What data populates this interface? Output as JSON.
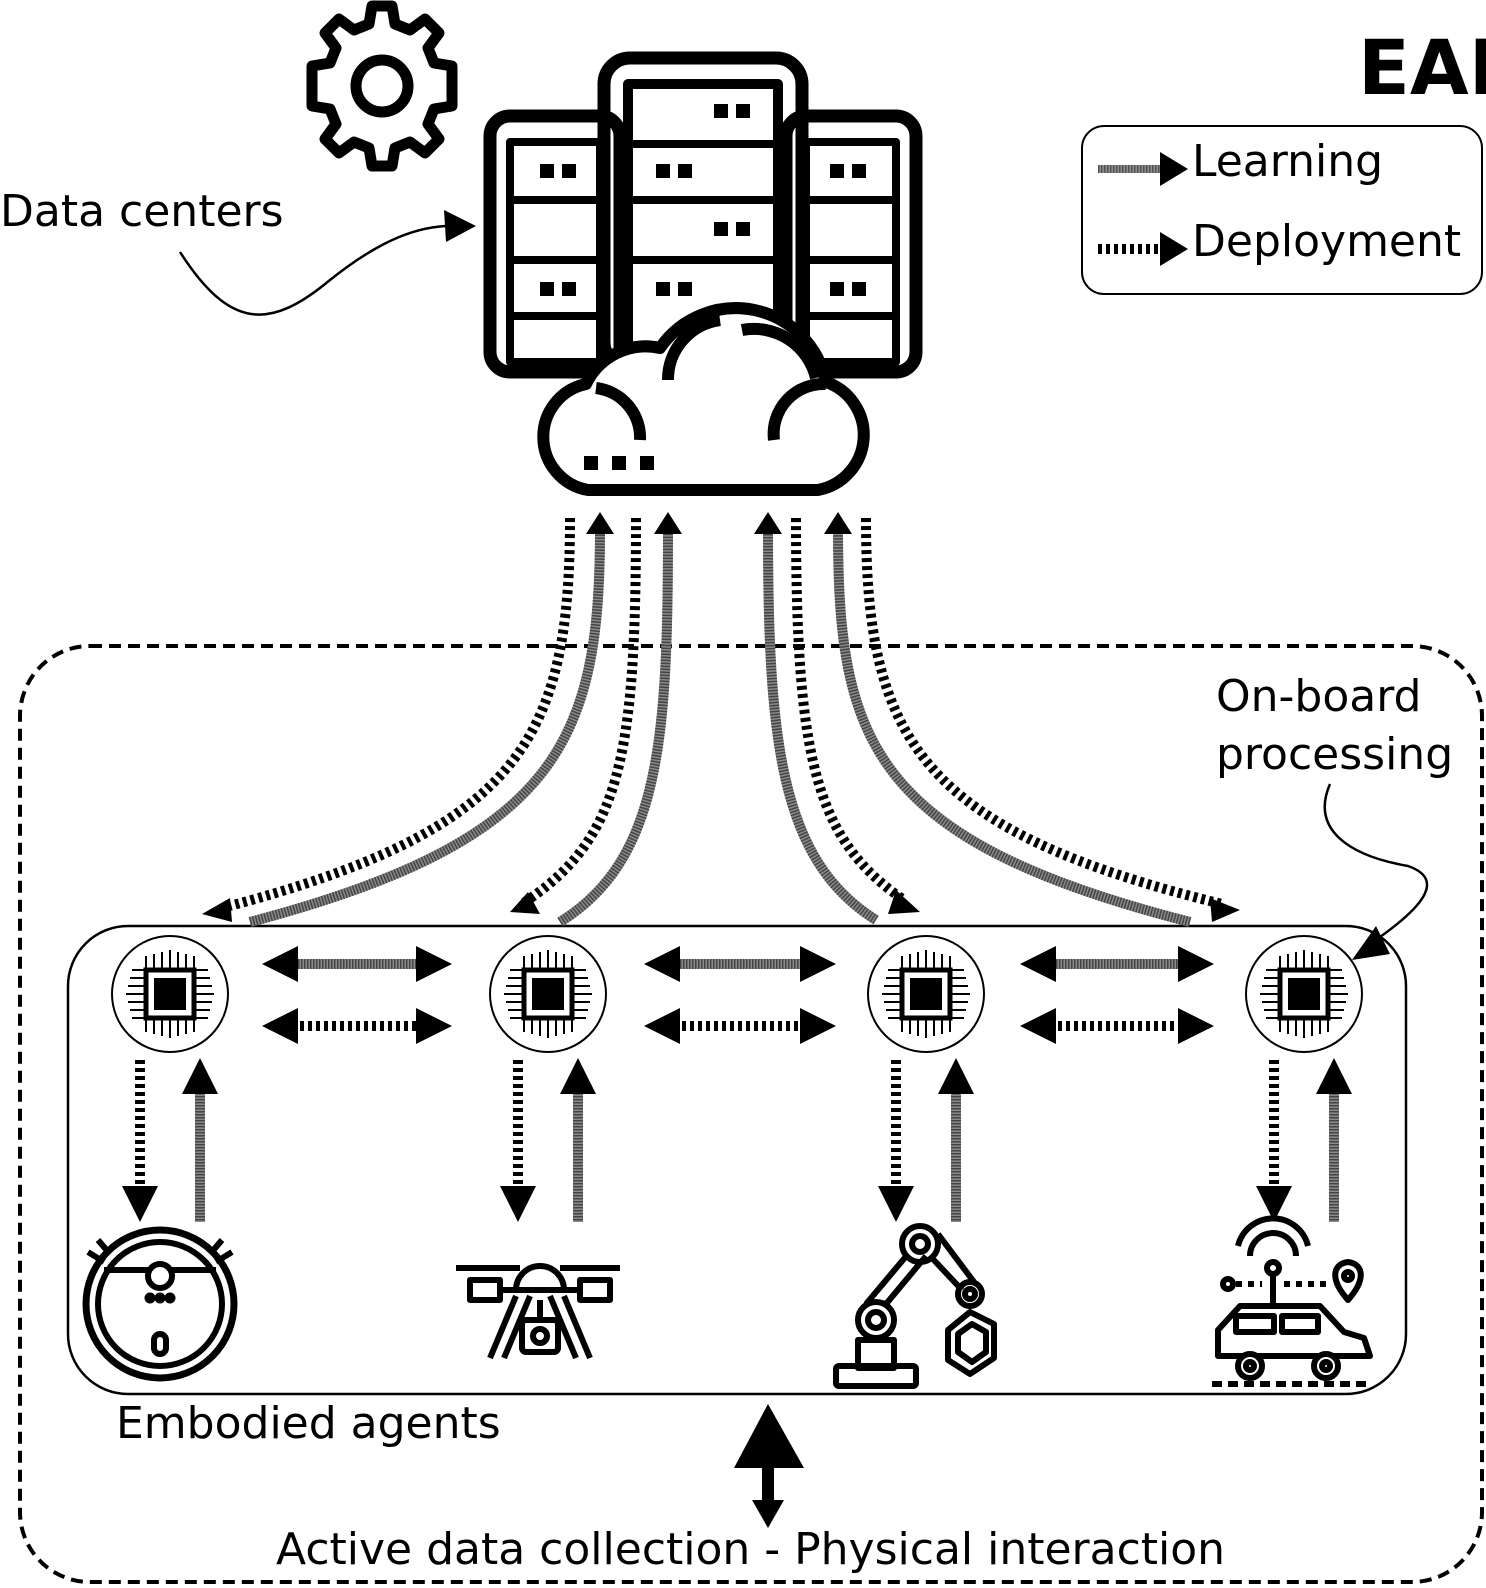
{
  "title": "EAI",
  "labels": {
    "data_centers": "Data centers",
    "onboard_line1": "On-board",
    "onboard_line2": "processing",
    "embodied_agents": "Embodied agents",
    "active_collection": "Active data collection - Physical interaction"
  },
  "legend": {
    "learning": "Learning",
    "deployment": "Deployment"
  },
  "icons": [
    "gear-icon",
    "server-rack-icon",
    "cloud-icon",
    "chip-icon",
    "robot-vacuum-icon",
    "drone-icon",
    "robotic-arm-icon",
    "connected-car-icon"
  ],
  "agents": [
    {
      "id": "vacuum",
      "icon": "robot-vacuum-icon"
    },
    {
      "id": "drone",
      "icon": "drone-icon"
    },
    {
      "id": "arm",
      "icon": "robotic-arm-icon"
    },
    {
      "id": "car",
      "icon": "connected-car-icon"
    }
  ],
  "colors": {
    "ink": "#000000",
    "learning": "#8a8a8a",
    "background": "#ffffff"
  }
}
